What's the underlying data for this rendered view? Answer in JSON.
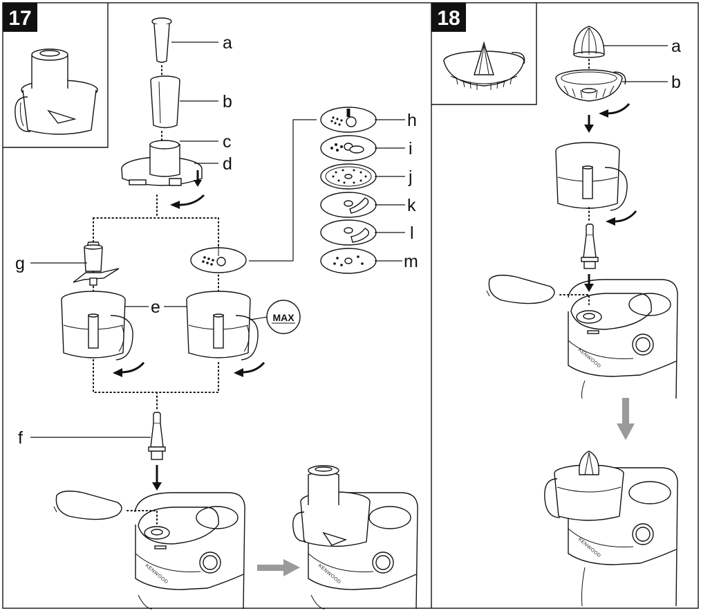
{
  "steps": [
    {
      "number": "17",
      "labels": {
        "a": "a",
        "b": "b",
        "c": "c",
        "d": "d",
        "e": "e",
        "f": "f",
        "g": "g",
        "h": "h",
        "i": "i",
        "j": "j",
        "k": "k",
        "l": "l",
        "m": "m"
      },
      "max_label": "MAX",
      "brand": "KENWOOD"
    },
    {
      "number": "18",
      "labels": {
        "a": "a",
        "b": "b"
      },
      "brand": "KENWOOD"
    }
  ],
  "colors": {
    "line": "#111111",
    "arrow_gray": "#9a9a9a",
    "background": "#ffffff"
  }
}
